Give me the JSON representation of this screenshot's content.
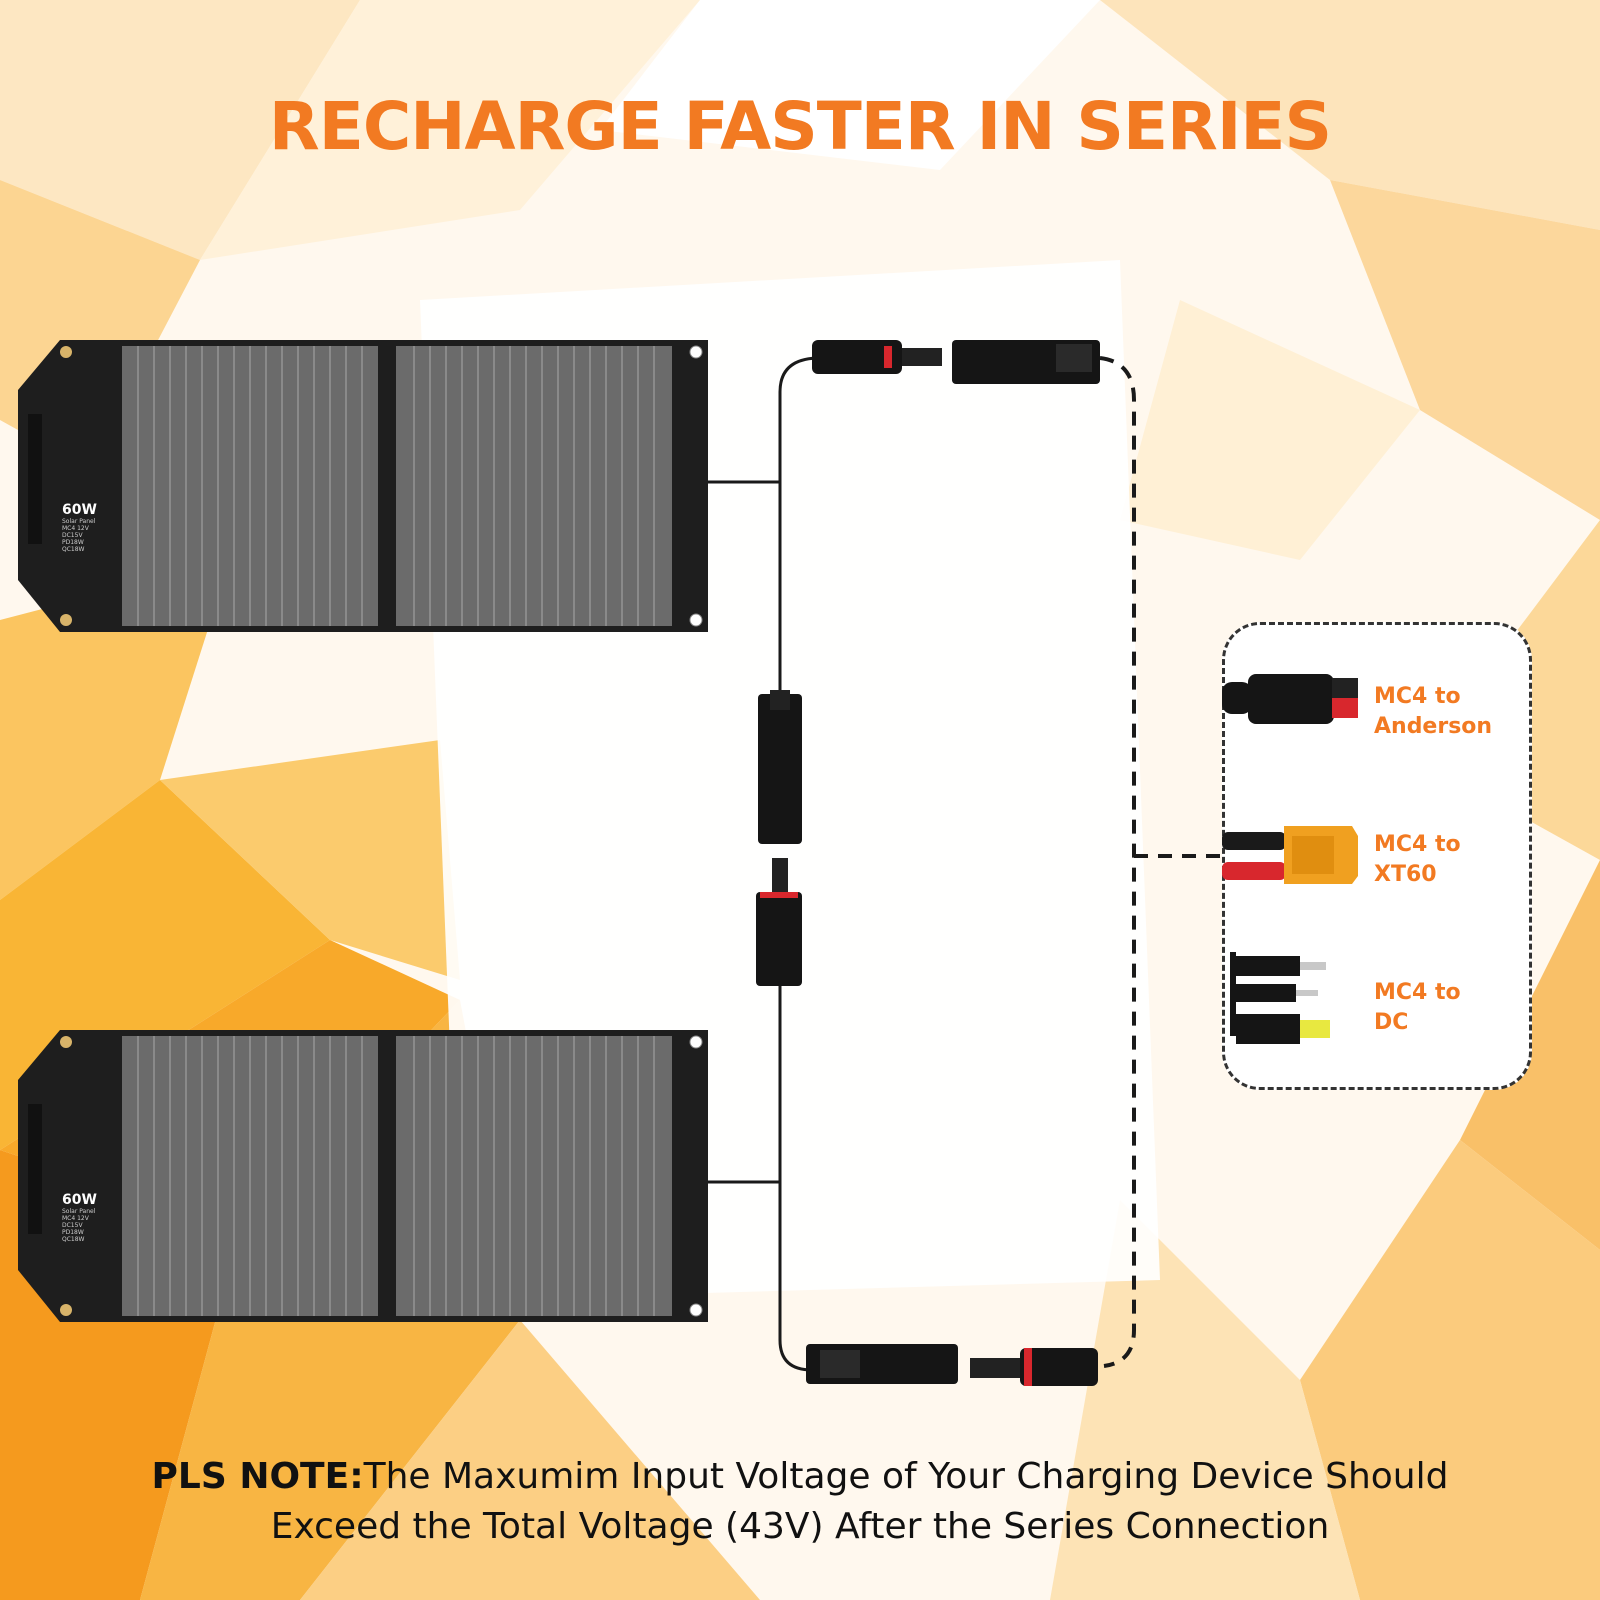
{
  "title": "RECHARGE FASTER IN SERIES",
  "panels": [
    {
      "watt": "60W",
      "name": "Solar Panel",
      "specs": [
        "MC4 12V",
        "DC15V",
        "PD18W",
        "QC18W"
      ]
    },
    {
      "watt": "60W",
      "name": "Solar Panel",
      "specs": [
        "MC4 12V",
        "DC15V",
        "PD18W",
        "QC18W"
      ]
    }
  ],
  "adapters": [
    {
      "line1": "MC4 to",
      "line2": "Anderson",
      "icon": "anderson-connector-icon"
    },
    {
      "line1": "MC4 to",
      "line2": "XT60",
      "icon": "xt60-connector-icon"
    },
    {
      "line1": "MC4 to",
      "line2": "DC",
      "icon": "dc-plug-icon"
    }
  ],
  "note": {
    "prefix": "PLS NOTE:",
    "line1": "The Maxumim Input Voltage of Your Charging Device Should",
    "line2": "Exceed the Total Voltage (43V) After the Series Connection"
  },
  "colors": {
    "accent": "#f27a22",
    "panel": "#1e1e1e",
    "cell": "#6b6b6b",
    "connector_red": "#d8272d",
    "xt60": "#f0a020"
  }
}
